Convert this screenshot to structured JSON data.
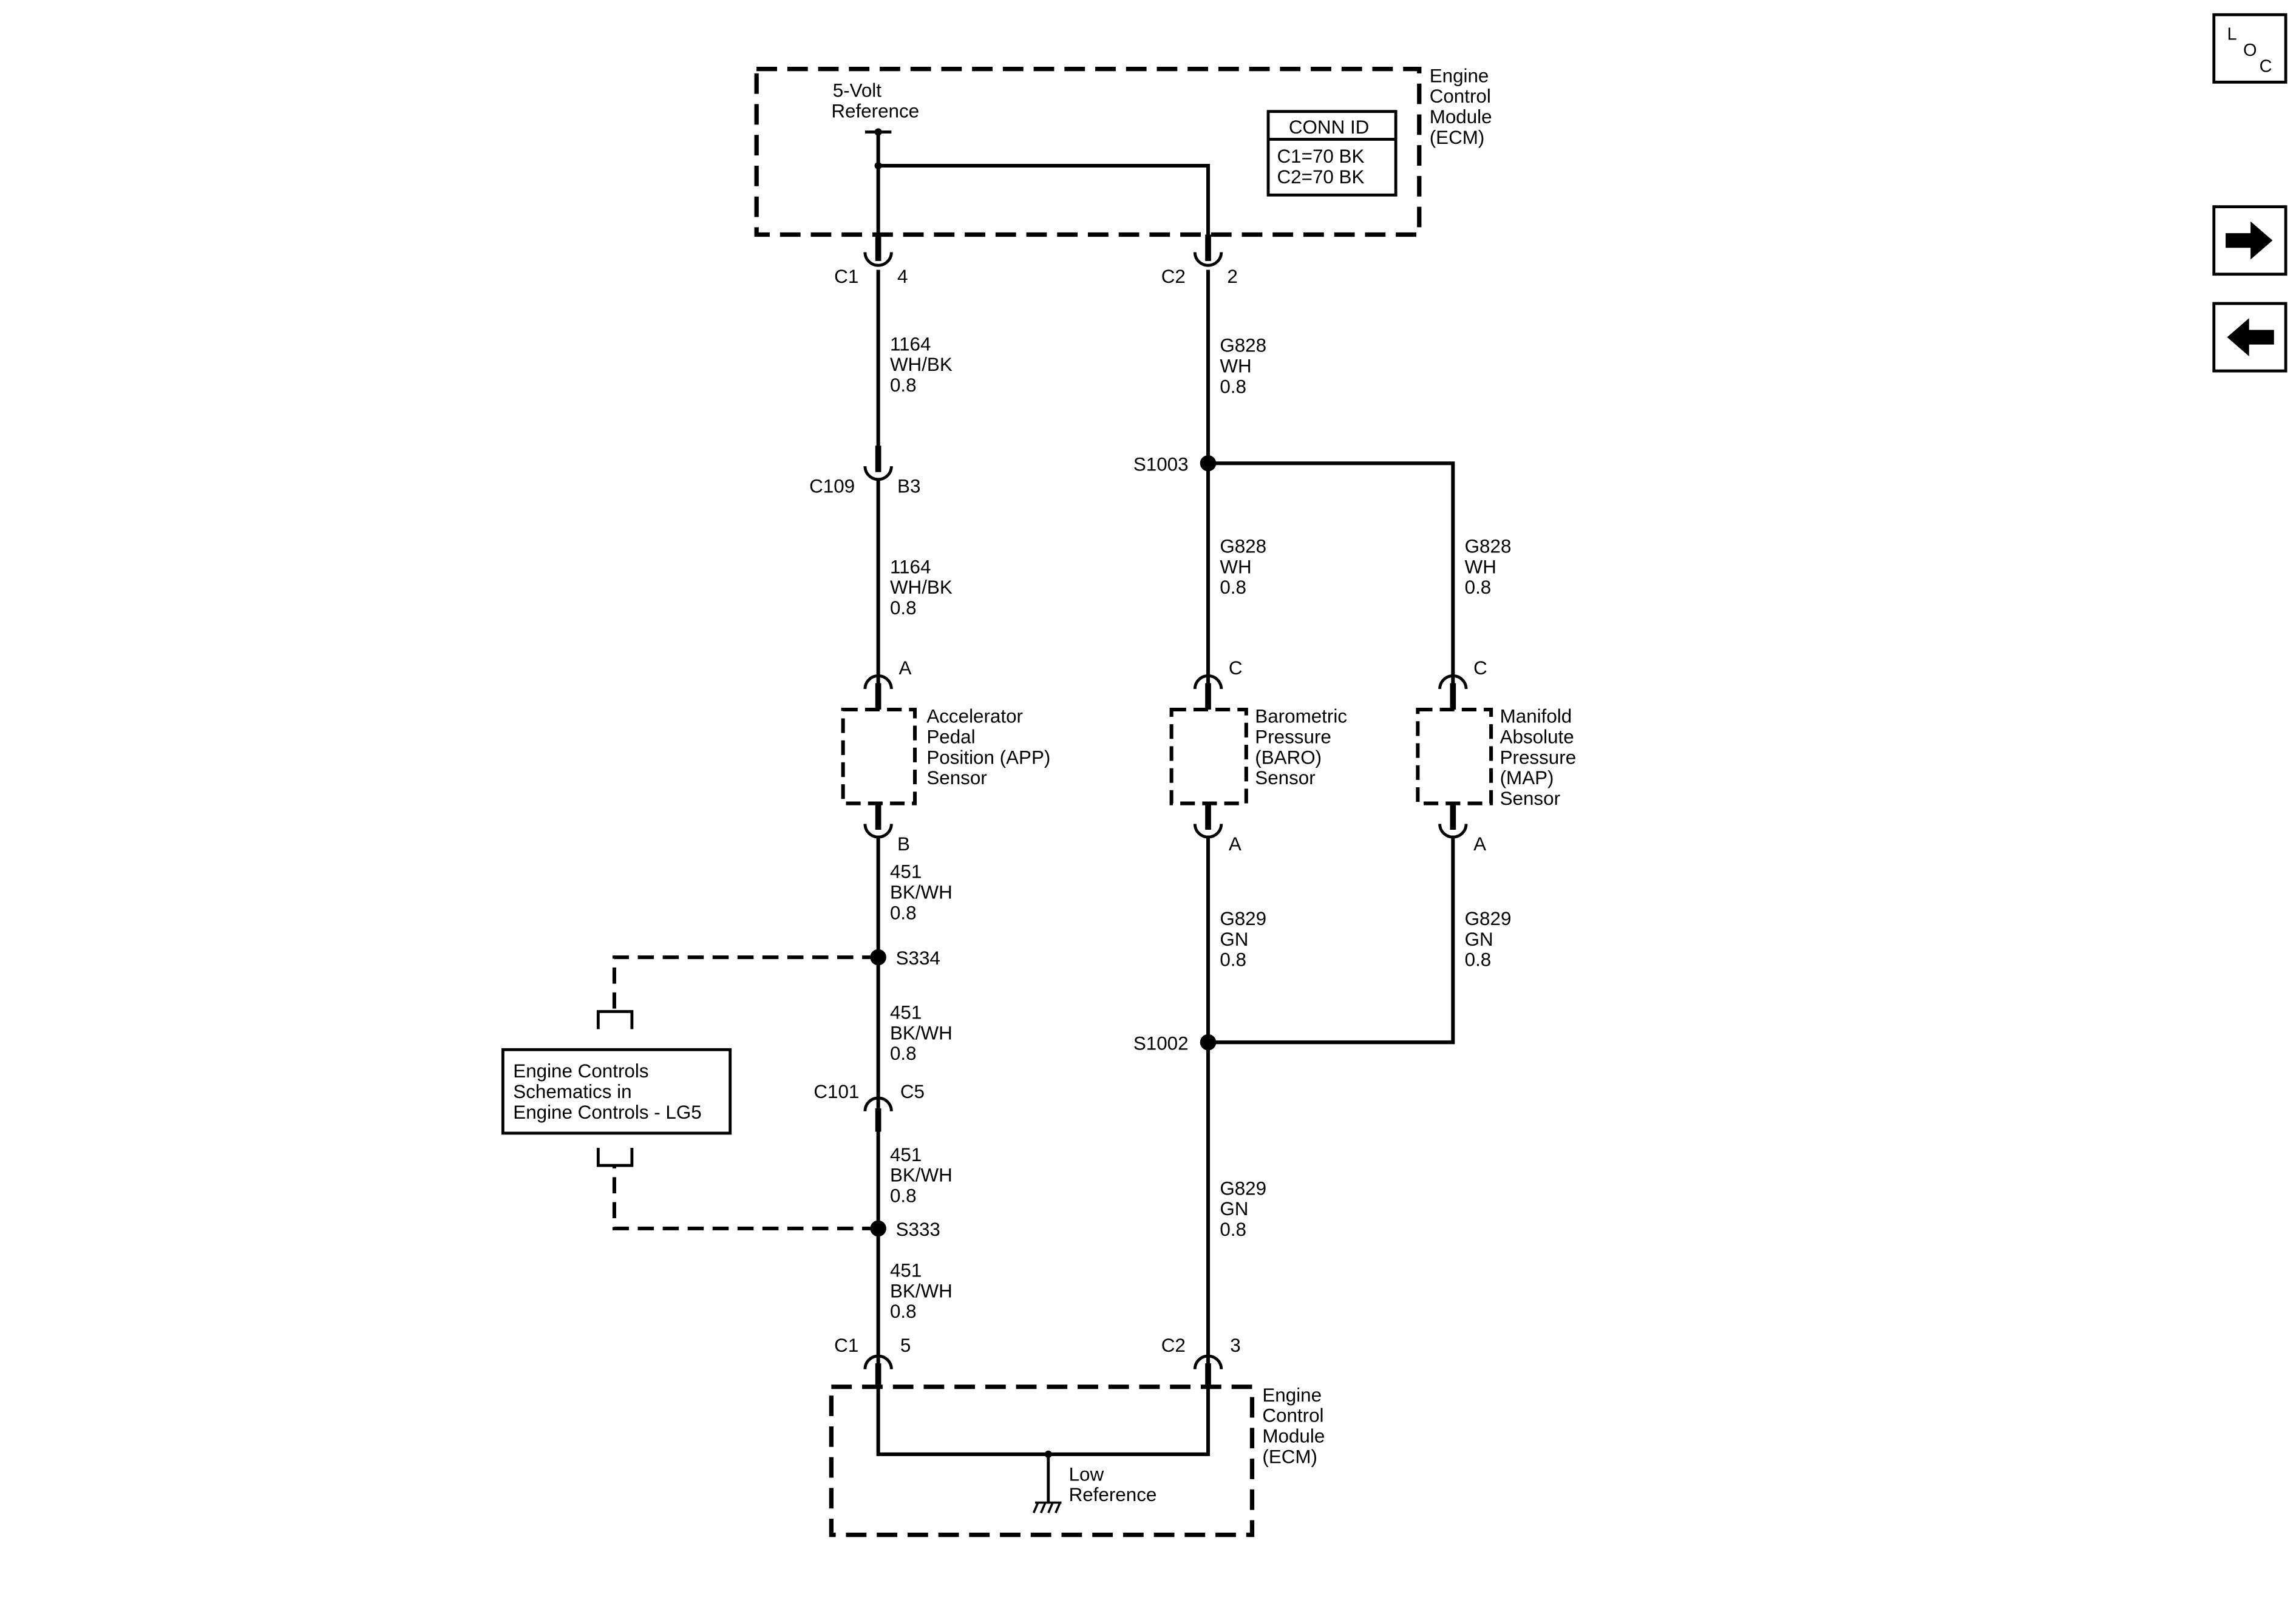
{
  "ecm_top": {
    "name_lines": [
      "Engine",
      "Control",
      "Module",
      "(ECM)"
    ],
    "supply_lines": [
      "5-Volt",
      "Reference"
    ],
    "conn_id": {
      "header": "CONN ID",
      "rows": [
        "C1=70 BK",
        "C2=70 BK"
      ]
    }
  },
  "ecm_bottom": {
    "name_lines": [
      "Engine",
      "Control",
      "Module",
      "(ECM)"
    ],
    "ground_lines": [
      "Low",
      "Reference"
    ]
  },
  "connectors": {
    "c1_top": {
      "name": "C1",
      "pin": "4"
    },
    "c2_top": {
      "name": "C2",
      "pin": "2"
    },
    "c109": {
      "name": "C109",
      "pin": "B3"
    },
    "c101": {
      "name": "C101",
      "pin": "C5"
    },
    "c1_bottom": {
      "name": "C1",
      "pin": "5"
    },
    "c2_bottom": {
      "name": "C2",
      "pin": "3"
    },
    "app_a": "A",
    "app_b": "B",
    "baro_c": "C",
    "baro_a": "A",
    "map_c": "C",
    "map_a": "A"
  },
  "splices": {
    "s1003": "S1003",
    "s1002": "S1002",
    "s334": "S334",
    "s333": "S333"
  },
  "wires": {
    "w1164_a": [
      "1164",
      "WH/BK",
      "0.8"
    ],
    "w1164_b": [
      "1164",
      "WH/BK",
      "0.8"
    ],
    "g828_a": [
      "G828",
      "WH",
      "0.8"
    ],
    "g828_b": [
      "G828",
      "WH",
      "0.8"
    ],
    "g828_c": [
      "G828",
      "WH",
      "0.8"
    ],
    "w451_a": [
      "451",
      "BK/WH",
      "0.8"
    ],
    "w451_b": [
      "451",
      "BK/WH",
      "0.8"
    ],
    "w451_c": [
      "451",
      "BK/WH",
      "0.8"
    ],
    "w451_d": [
      "451",
      "BK/WH",
      "0.8"
    ],
    "g829_a": [
      "G829",
      "GN",
      "0.8"
    ],
    "g829_b": [
      "G829",
      "GN",
      "0.8"
    ],
    "g829_c": [
      "G829",
      "GN",
      "0.8"
    ]
  },
  "components": {
    "app": [
      "Accelerator",
      "Pedal",
      "Position (APP)",
      "Sensor"
    ],
    "baro": [
      "Barometric",
      "Pressure",
      "(BARO)",
      "Sensor"
    ],
    "map": [
      "Manifold",
      "Absolute",
      "Pressure",
      "(MAP)",
      "Sensor"
    ]
  },
  "reference_box": [
    "Engine Controls",
    "Schematics in",
    "Engine Controls - LG5"
  ],
  "nav": {
    "loc_letters": [
      "L",
      "O",
      "C"
    ],
    "next_icon": "arrow-right-icon",
    "prev_icon": "arrow-left-icon"
  }
}
